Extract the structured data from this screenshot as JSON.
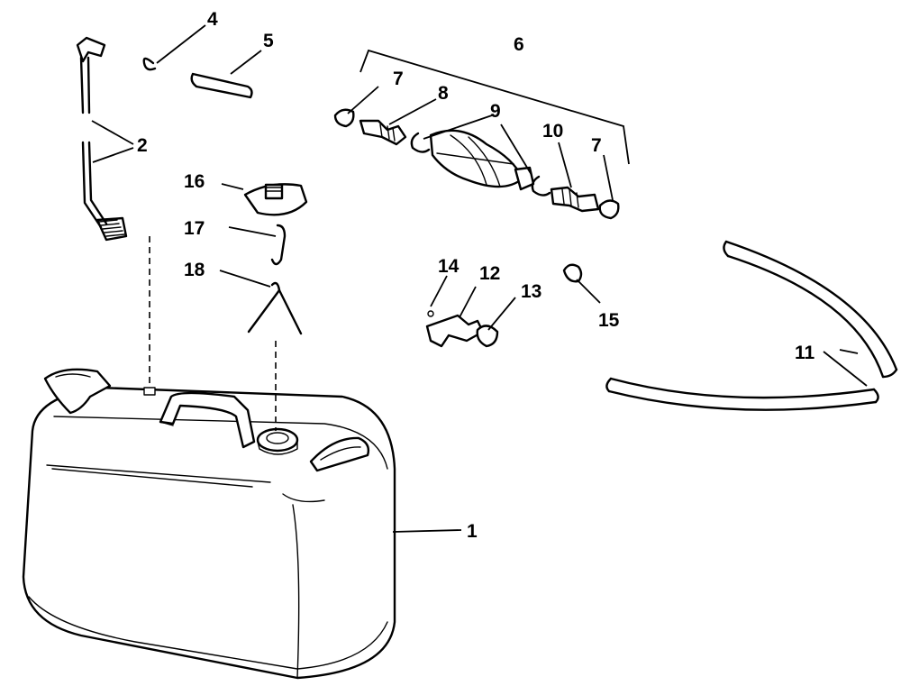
{
  "callouts": {
    "c1": "1",
    "c2": "2",
    "c4": "4",
    "c5": "5",
    "c6": "6",
    "c7a": "7",
    "c7b": "7",
    "c8": "8",
    "c9": "9",
    "c10": "10",
    "c11": "11",
    "c12": "12",
    "c13": "13",
    "c14": "14",
    "c15": "15",
    "c16": "16",
    "c17": "17",
    "c18": "18"
  }
}
